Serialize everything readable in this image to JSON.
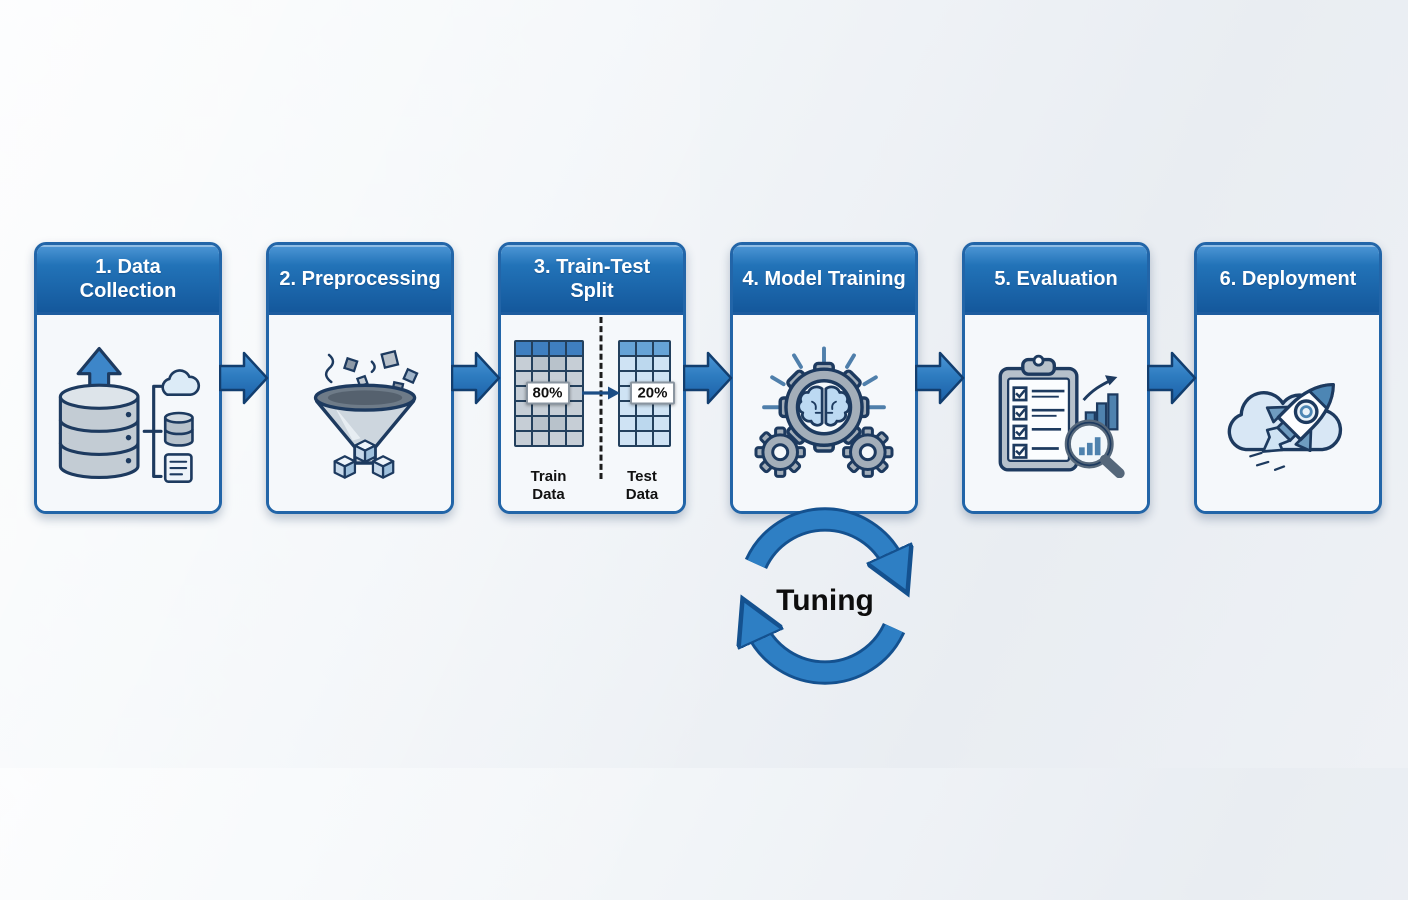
{
  "diagram": {
    "name": "machine-learning-pipeline",
    "steps": [
      {
        "title": "1. Data Collection",
        "icon": "database-upload-icon"
      },
      {
        "title": "2. Preprocessing",
        "icon": "funnel-icon"
      },
      {
        "title": "3. Train-Test Split",
        "icon": "train-test-split-icon",
        "split": {
          "train_pct": "80%",
          "test_pct": "20%",
          "train_caption": "Train Data",
          "test_caption": "Test Data"
        }
      },
      {
        "title": "4. Model Training",
        "icon": "gears-brain-icon"
      },
      {
        "title": "5. Evaluation",
        "icon": "clipboard-analysis-icon"
      },
      {
        "title": "6. Deployment",
        "icon": "cloud-rocket-icon"
      }
    ],
    "loop": {
      "label": "Tuning",
      "icon": "cycle-arrows-icon"
    },
    "connector_icon": "flow-arrow-icon",
    "connector_count": 5,
    "colors": {
      "header_blue_top": "#4e97d6",
      "header_blue_bottom": "#14589c",
      "card_border": "#2265a8",
      "card_body": "#f5f8fb",
      "arrow_fill_light": "#4390d2",
      "arrow_fill_dark": "#1b5fa6",
      "arrow_outline": "#123e6f",
      "tuning_blue": "#2e7fc4",
      "tuning_outline": "#14518f",
      "table_grid": "#23405d",
      "train_cell": "#c6ced6",
      "train_header_cell": "#3f7fc0",
      "test_cell": "#cfe3f4",
      "test_header_cell": "#66a3d6",
      "background": "#eef1f5",
      "text_dark": "#111111",
      "text_white": "#ffffff"
    }
  }
}
